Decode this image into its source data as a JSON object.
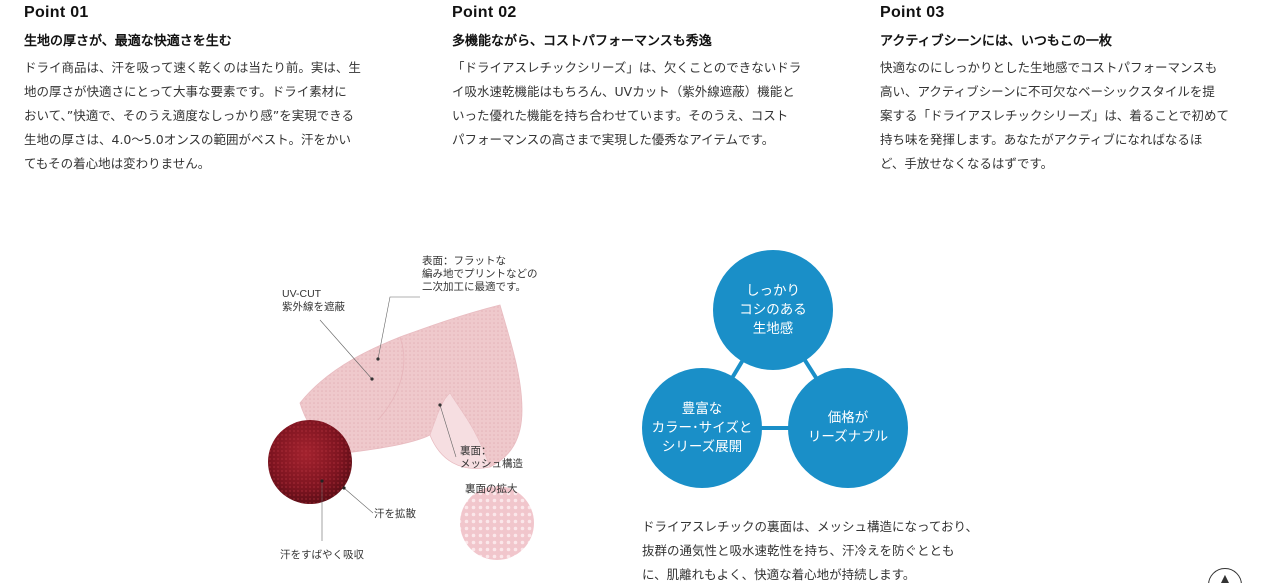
{
  "points": [
    {
      "num": "Point 01",
      "heading": "生地の厚さが、最適な快適さを生む",
      "lines": [
        "ドライ商品は、汗を吸って速く乾くのは当たり前。実は、生",
        "地の厚さが快適さにとって大事な要素です。ドライ素材に",
        "おいて、”快適で、そのうえ適度なしっかり感”を実現できる",
        "生地の厚さは、4.0〜5.0オンスの範囲がベスト。汗をかい",
        "てもその着心地は変わりません。"
      ]
    },
    {
      "num": "Point 02",
      "heading": "多機能ながら、コストパフォーマンスも秀逸",
      "lines": [
        "「ドライアスレチックシリーズ」は、欠くことのできないドラ",
        "イ吸水速乾機能はもちろん、UVカット（紫外線遮蔽）機能と",
        "いった優れた機能を持ち合わせています。そのうえ、コスト",
        "パフォーマンスの高さまで実現した優秀なアイテムです。"
      ]
    },
    {
      "num": "Point 03",
      "heading": "アクティブシーンには、いつもこの一枚",
      "lines": [
        "快適なのにしっかりとした生地感でコストパフォーマンスも",
        "高い、アクティブシーンに不可欠なベーシックスタイルを提",
        "案する「ドライアスレチックシリーズ」は、着ることで初めて",
        "持ち味を発揮します。あなたがアクティブになればなるほ",
        "ど、手放せなくなるはずです。"
      ]
    }
  ],
  "illustration": {
    "surface_label": [
      "表面：フラットな",
      "編み地でプリントなどの",
      "二次加工に最適です。"
    ],
    "uv_label": [
      "UV-CUT",
      "紫外線を遮蔽"
    ],
    "back_label": [
      "裏面：",
      "メッシュ構造"
    ],
    "zoom_label": "裏面の拡大",
    "spread_label": "汗を拡散",
    "absorb_label": "汗をすばやく吸収"
  },
  "venn": {
    "top": [
      "しっかり",
      "コシのある",
      "生地感"
    ],
    "left": [
      "豊富な",
      "カラー･サイズと",
      "シリーズ展開"
    ],
    "right": [
      "価格が",
      "リーズナブル"
    ],
    "color": "#1a8fc8"
  },
  "caption": [
    "ドライアスレチックの裏面は、メッシュ構造になっており、",
    "抜群の通気性と吸水速乾性を持ち、汗冷えを防ぐととも",
    "に、肌離れもよく、快適な着心地が持続します。"
  ],
  "scroll_top_icon": "chevron-up-icon"
}
